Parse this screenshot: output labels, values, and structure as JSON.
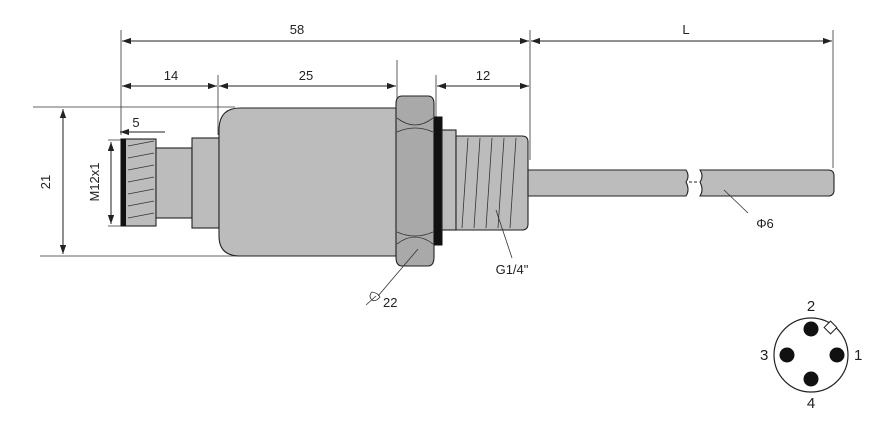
{
  "dimensions": {
    "overall_length": "58",
    "cable_length": "L",
    "connector_section": "14",
    "body_section": "25",
    "thread_section": "12",
    "connector_thread_width": "5",
    "body_diameter": "21",
    "connector_thread": "M12x1"
  },
  "callouts": {
    "cable_diameter": "Φ6",
    "process_thread": "G1/4\"",
    "wrench_size": "22"
  },
  "pinout": {
    "pins": [
      "1",
      "2",
      "3",
      "4"
    ]
  },
  "colors": {
    "body_fill": "#bcbcbc",
    "line": "#222222",
    "seal": "#111111"
  }
}
